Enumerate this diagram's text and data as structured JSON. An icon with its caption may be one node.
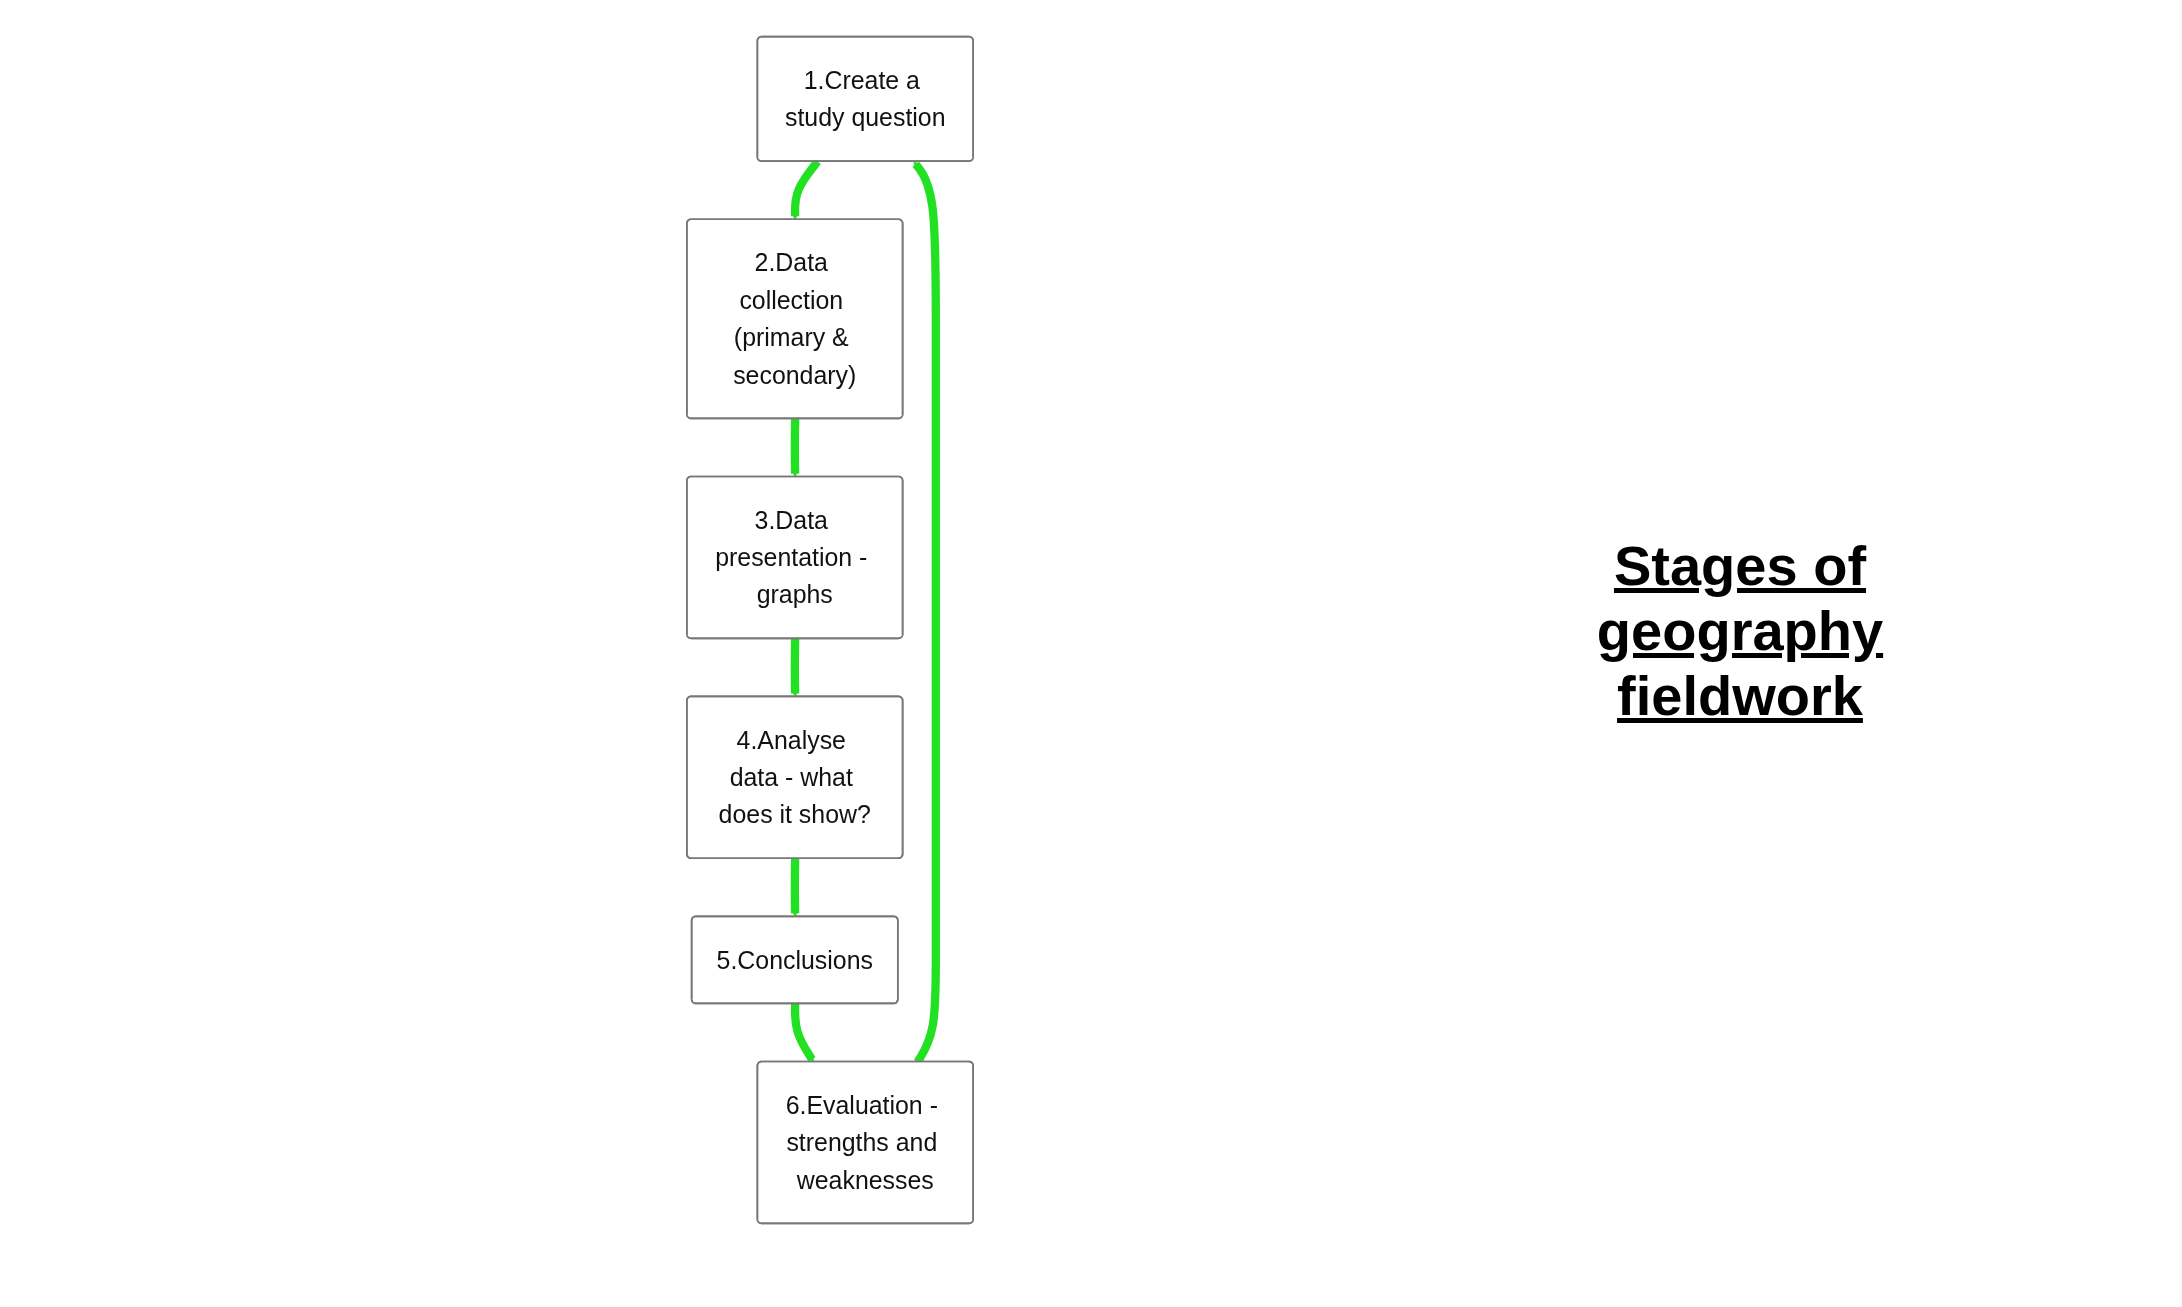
{
  "diagram": {
    "title": "Stages of geography fieldwork",
    "nodes": [
      {
        "text": [
          "1.Create a study question"
        ]
      },
      {
        "text": [
          "2.Data collection (primary & secondary)"
        ]
      },
      {
        "text": [
          "3.Data presentation - graphs"
        ]
      },
      {
        "text": [
          "4.Analyse data - what does it show?"
        ]
      },
      {
        "text": [
          "5.Conclusions"
        ]
      },
      {
        "text": [
          "6.Evaluation - strengths and weaknesses"
        ]
      }
    ],
    "edges": [
      {
        "from": 0,
        "to": 1,
        "arrow": "to"
      },
      {
        "from": 1,
        "to": 2,
        "arrow": "to"
      },
      {
        "from": 2,
        "to": 3,
        "arrow": "to"
      },
      {
        "from": 3,
        "to": 4,
        "arrow": "to"
      },
      {
        "from": 4,
        "to": 5,
        "arrow": "to"
      },
      {
        "from": 5,
        "to": 0,
        "arrow": "to"
      }
    ]
  }
}
